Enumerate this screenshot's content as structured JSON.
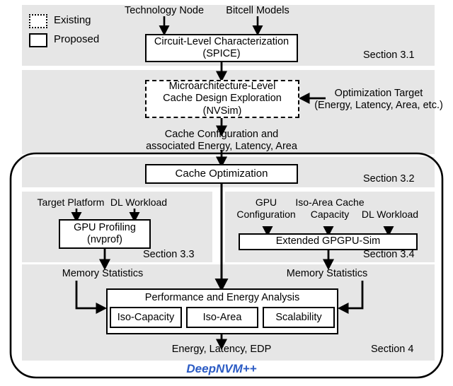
{
  "diagram": {
    "title": "DeepNVM++ Methodology Flow",
    "brand": "DeepNVM++",
    "brand_color": "#2b5bc4",
    "panel_color": "#e6e6e6",
    "line_color": "#000000"
  },
  "legend": {
    "existing_label": "Existing",
    "proposed_label": "Proposed",
    "existing_style": "dotted-border-box",
    "proposed_style": "solid-border-box"
  },
  "sections": {
    "s31": "Section 3.1",
    "s32": "Section 3.2",
    "s33": "Section 3.3",
    "s34": "Section 3.4",
    "s4": "Section 4"
  },
  "section_31": {
    "input_left": "Technology Node",
    "input_right": "Bitcell Models",
    "box_line1": "Circuit-Level Characterization",
    "box_line2": "(SPICE)"
  },
  "section_32_top": {
    "box_line1": "Microarchitecture-Level",
    "box_line2": "Cache Design Exploration",
    "box_line3": "(NVSim)",
    "side_input_line1": "Optimization Target",
    "side_input_line2": "(Energy, Latency, Area, etc.)",
    "output_line1": "Cache Configuration and",
    "output_line2": "associated Energy, Latency, Area"
  },
  "section_32": {
    "box_label": "Cache Optimization"
  },
  "section_33": {
    "input_left": "Target Platform",
    "input_right": "DL Workload",
    "box_line1": "GPU Profiling",
    "box_line2": "(nvprof)",
    "output": "Memory Statistics"
  },
  "section_34": {
    "input_1_line1": "GPU",
    "input_1_line2": "Configuration",
    "input_2_line1": "Iso-Area Cache",
    "input_2_line2": "Capacity",
    "input_3": "DL Workload",
    "box_label": "Extended GPGPU-Sim",
    "output": "Memory Statistics"
  },
  "section_4": {
    "box_title": "Performance and Energy Analysis",
    "sub_boxes": [
      "Iso-Capacity",
      "Iso-Area",
      "Scalability"
    ],
    "output": "Energy, Latency, EDP"
  }
}
